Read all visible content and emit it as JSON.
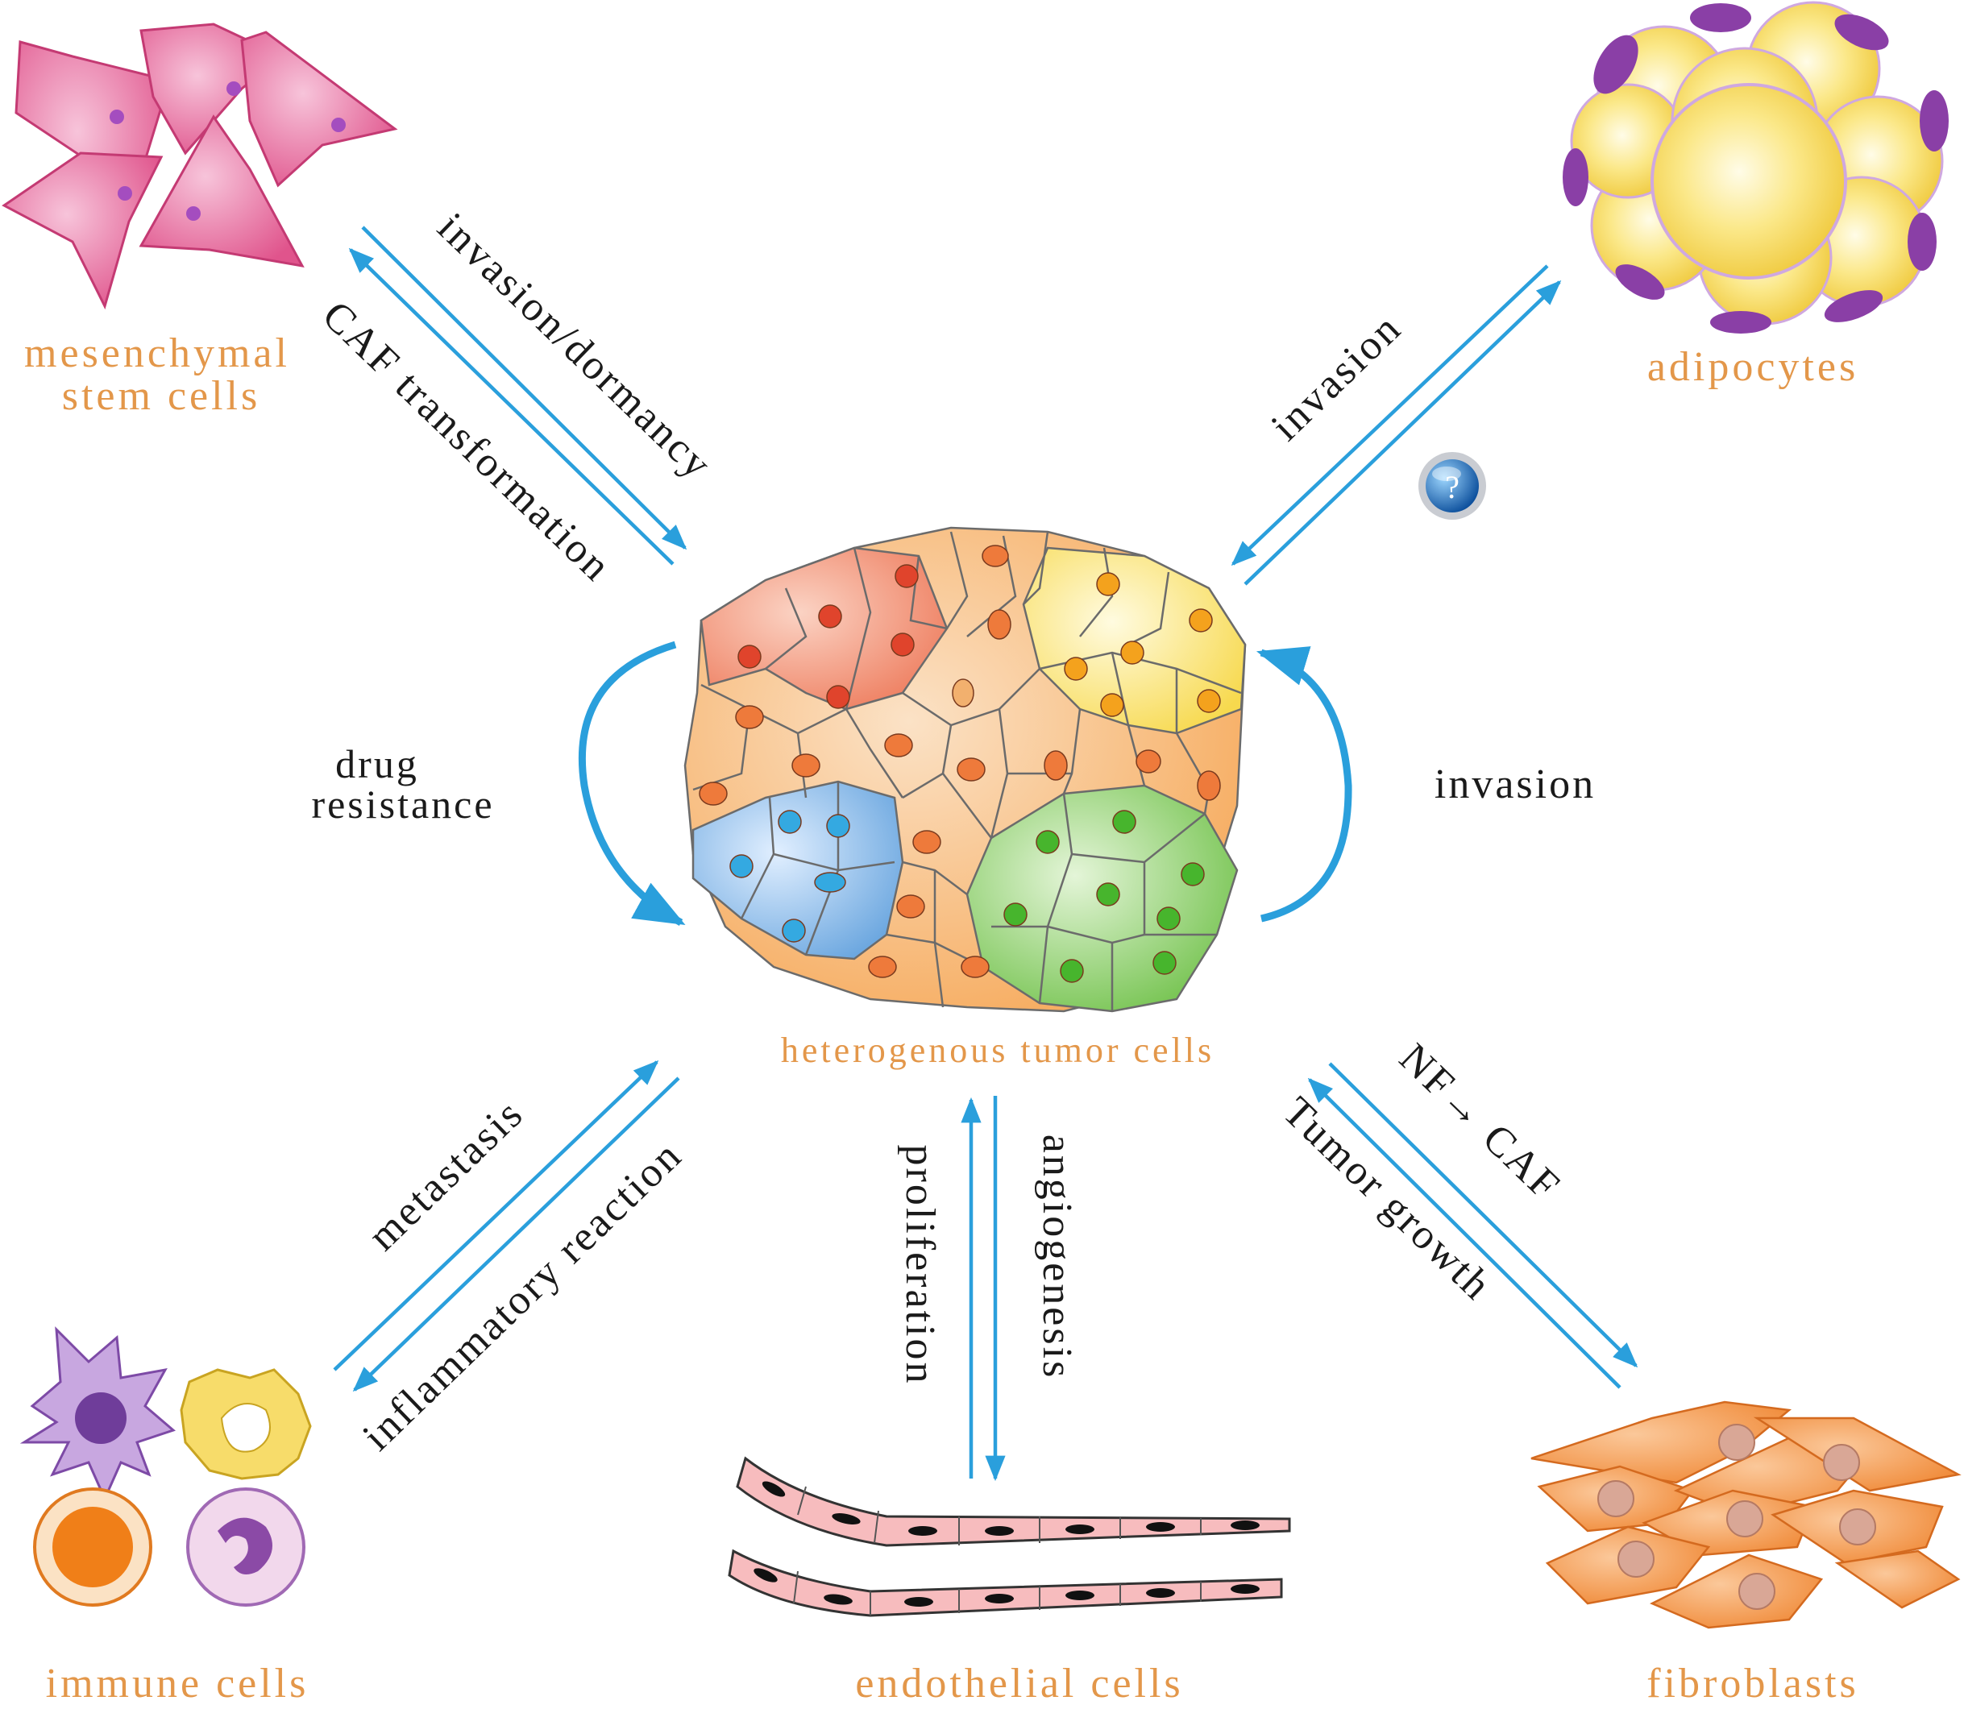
{
  "colors": {
    "arrow": "#2a9fdc",
    "cell_label": "#e3974a",
    "arrow_label": "#1a1a1a"
  },
  "cell_labels": {
    "mesenchymal_line1": "mesenchymal",
    "mesenchymal_line2": "stem cells",
    "adipocytes": "adipocytes",
    "tumor": "heterogenous tumor cells",
    "immune": "immune cells",
    "endothelial": "endothelial cells",
    "fibroblasts": "fibroblasts"
  },
  "arrow_labels": {
    "invasion_dormancy": "invasion/dormancy",
    "caf_transformation": "CAF transformation",
    "adipo_invasion": "invasion",
    "drug_line1": "drug",
    "drug_line2": "resistance",
    "loop_invasion": "invasion",
    "metastasis": "metastasis",
    "inflammatory": "inflammatory reaction",
    "proliferation": "proliferation",
    "angiogenesis": "angiogenesis",
    "nf_caf": "NF→ CAF",
    "tumor_growth": "Tumor growth"
  },
  "icons": {
    "question": "question-mark-icon"
  }
}
